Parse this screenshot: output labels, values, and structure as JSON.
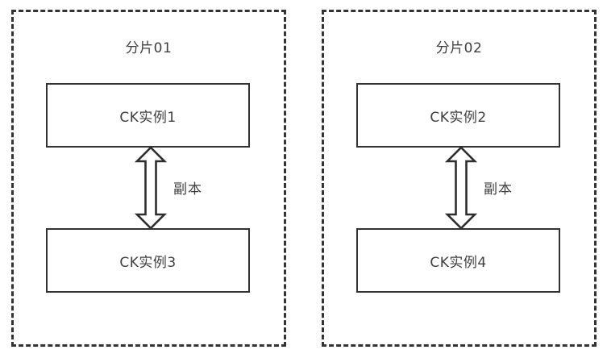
{
  "diagram": {
    "shards": [
      {
        "title": "分片01",
        "top_instance": "CK实例1",
        "bottom_instance": "CK实例3",
        "replica_label": "副本"
      },
      {
        "title": "分片02",
        "top_instance": "CK实例2",
        "bottom_instance": "CK实例4",
        "replica_label": "副本"
      }
    ],
    "colors": {
      "line": "#333333",
      "text": "#3f3f3f",
      "background": "#ffffff"
    }
  }
}
